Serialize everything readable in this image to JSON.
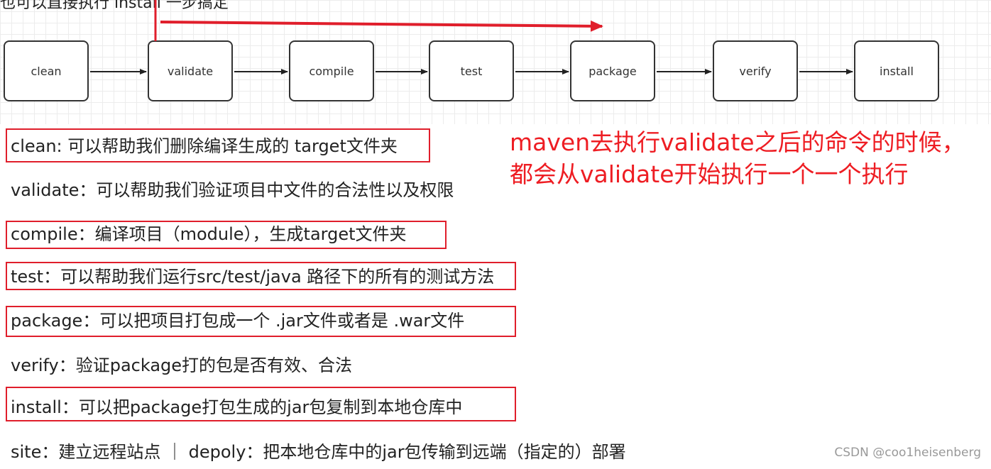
{
  "top_caption": "也可以直接执行 install 一步搞定",
  "lifecycle": [
    {
      "label": "clean"
    },
    {
      "label": "validate"
    },
    {
      "label": "compile"
    },
    {
      "label": "test"
    },
    {
      "label": "package"
    },
    {
      "label": "verify"
    },
    {
      "label": "install"
    }
  ],
  "descriptions": [
    {
      "text": "clean: 可以帮助我们删除编译生成的 target文件夹",
      "boxed": true
    },
    {
      "text": "validate：可以帮助我们验证项目中文件的合法性以及权限",
      "boxed": false
    },
    {
      "text": "compile：编译项目（module），生成target文件夹",
      "boxed": true
    },
    {
      "text": "test：可以帮助我们运行src/test/java 路径下的所有的测试方法",
      "boxed": true
    },
    {
      "text": "package：可以把项目打包成一个 .jar文件或者是 .war文件",
      "boxed": true
    },
    {
      "text": "verify：验证package打的包是否有效、合法",
      "boxed": false
    },
    {
      "text": "install：可以把package打包生成的jar包复制到本地仓库中",
      "boxed": true
    },
    {
      "text": "site：建立远程站点  ｜   depoly：把本地仓库中的jar包传输到远端（指定的）部署",
      "boxed": false
    }
  ],
  "note": {
    "line1": "maven去执行validate之后的命令的时候，",
    "line2": "都会从validate开始执行一个一个执行"
  },
  "watermark": "CSDN @coo1heisenberg",
  "colors": {
    "annotation": "#ee1d23",
    "box_border": "#e01e2b",
    "node_border": "#333333"
  }
}
